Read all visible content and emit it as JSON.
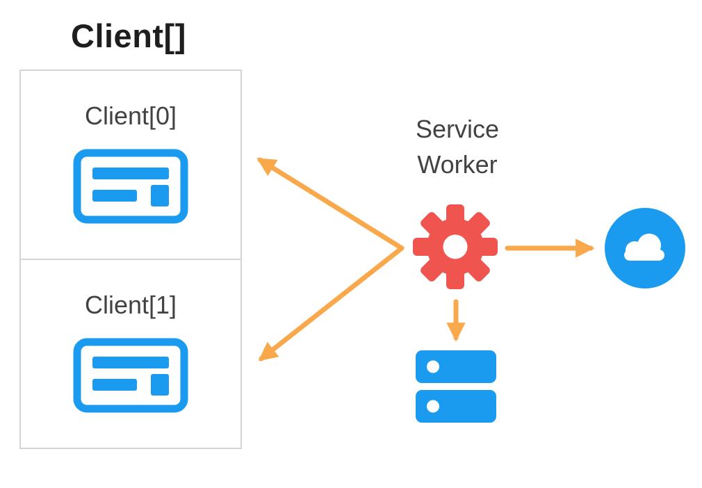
{
  "colors": {
    "background": "#FFFFFF",
    "blue": "#1A9BF0",
    "red": "#F0544F",
    "orange": "#F9A94C",
    "box_border": "#D4D4D4",
    "title_text": "#1E1E1E",
    "label_text": "#424242"
  },
  "diagram": {
    "title": "Client[]",
    "clients": [
      {
        "label": "Client[0]",
        "icon": "browser-window-icon"
      },
      {
        "label": "Client[1]",
        "icon": "browser-window-icon"
      }
    ],
    "service_worker": {
      "label_lines": [
        "Service",
        "Worker"
      ],
      "icon": "gear-icon"
    },
    "network": {
      "icon": "cloud-icon"
    },
    "storage": {
      "icon": "database-icon"
    },
    "arrows": [
      {
        "name": "service-worker-to-client-0",
        "direction": "upper-left"
      },
      {
        "name": "service-worker-to-client-1",
        "direction": "lower-left"
      },
      {
        "name": "service-worker-to-cloud",
        "direction": "right"
      },
      {
        "name": "service-worker-to-storage",
        "direction": "down"
      }
    ]
  }
}
